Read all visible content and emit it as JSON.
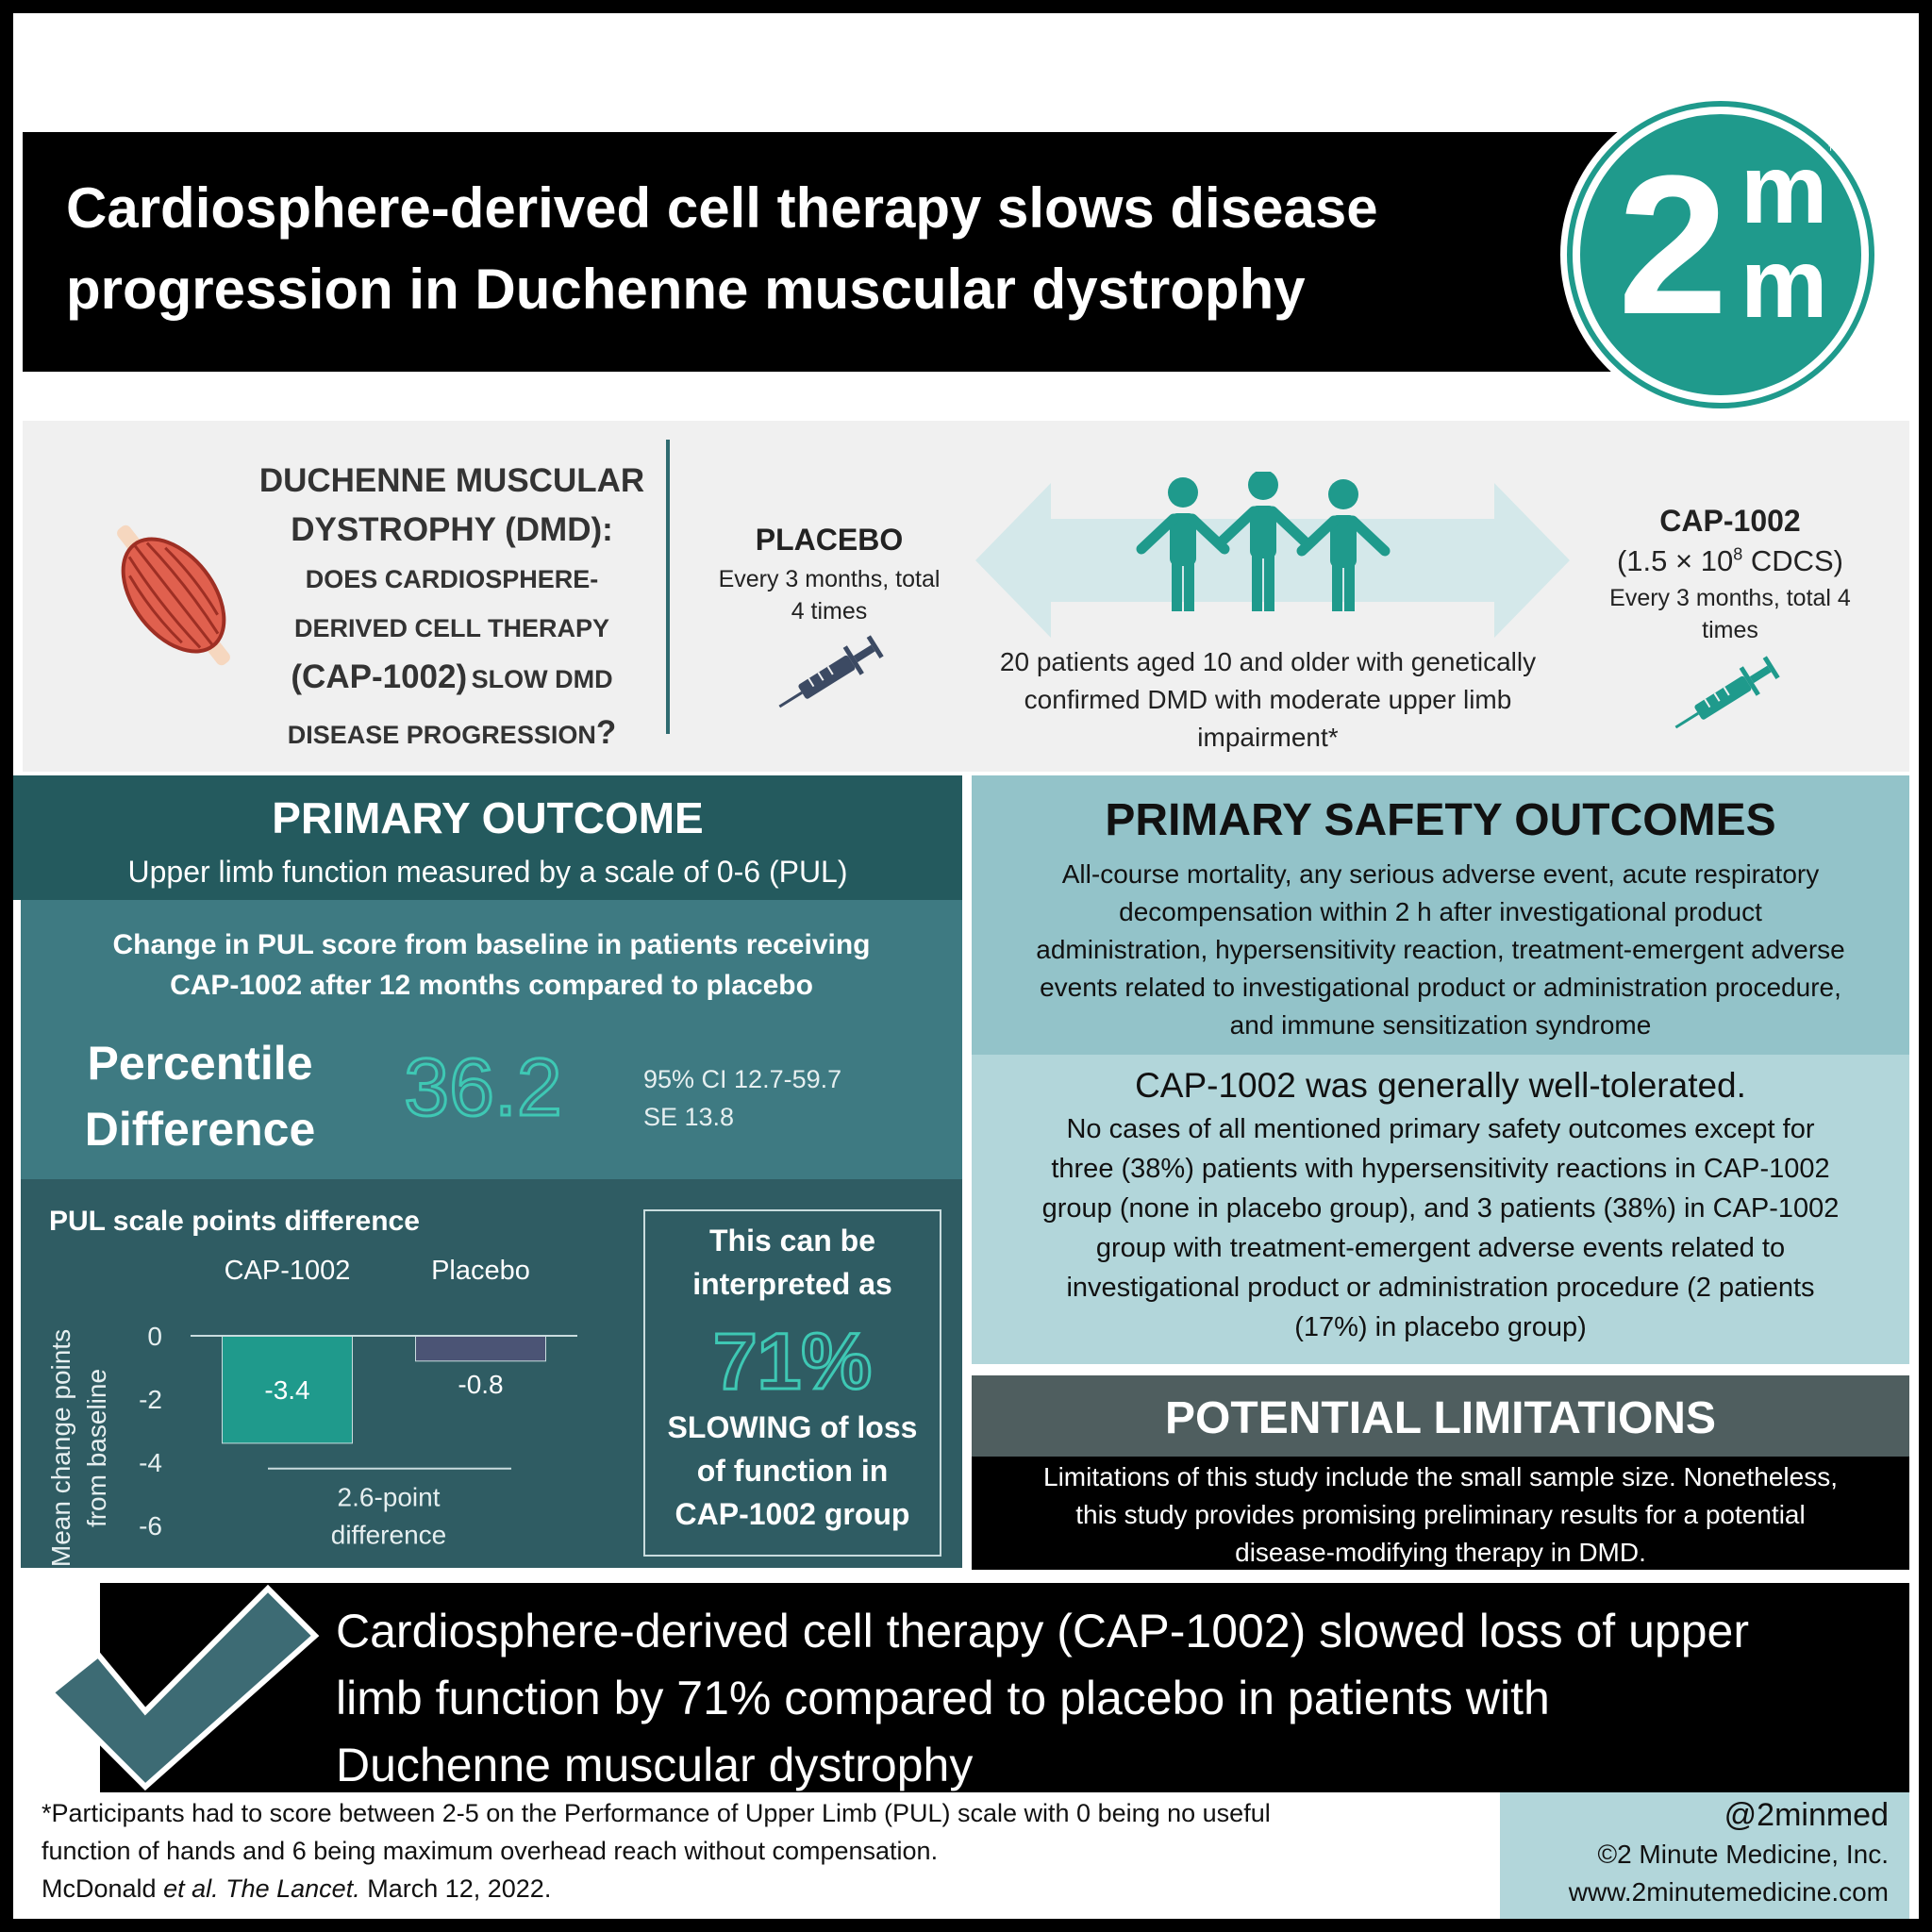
{
  "header": {
    "title_line1": "Cardiosphere-derived cell therapy slows disease",
    "title_line2": "progression in Duchenne muscular dystrophy",
    "logo_main": "2",
    "logo_sup1": "m",
    "logo_sup2": "m",
    "logo_tm": "™"
  },
  "design": {
    "question_line1": "DUCHENNE MUSCULAR",
    "question_line2": "DYSTROPHY (DMD):",
    "question_line3": "DOES CARDIOSPHERE-",
    "question_line4": "DERIVED CELL THERAPY",
    "question_line5a": "(CAP-1002)",
    "question_line5b": "SLOW DMD",
    "question_line6a": "DISEASE PROGRESSION",
    "question_line6b": "?",
    "placebo_title": "PLACEBO",
    "placebo_line1": "Every 3 months, total",
    "placebo_line2": "4 times",
    "patients_line1": "20 patients aged 10 and older with genetically",
    "patients_line2": "confirmed DMD with moderate upper limb",
    "patients_line3": "impairment*",
    "cap_title": "CAP-1002",
    "cap_dose_pre": "(1.5 × 10",
    "cap_dose_exp": "8",
    "cap_dose_post": " CDCS)",
    "cap_line1": "Every 3 months, total 4",
    "cap_line2": "times",
    "icons": [
      "muscle-icon",
      "syringe-icon",
      "people-icon",
      "double-arrow-icon"
    ]
  },
  "primary_outcome": {
    "heading": "PRIMARY OUTCOME",
    "subheading": "Upper limb function measured by a scale of 0-6 (PUL)",
    "change_line1": "Change in PUL score from baseline in patients receiving",
    "change_line2": "CAP-1002 after 12 months compared to placebo",
    "label_line1": "Percentile",
    "label_line2": "Difference",
    "big_value": "36.2",
    "ci": "95% CI  12.7-59.7",
    "se": "SE 13.8",
    "interp_line1": "This can be",
    "interp_line2": "interpreted as",
    "interp_value": "71%",
    "interp_line3": "SLOWING of loss",
    "interp_line4": "of function in",
    "interp_line5": "CAP-1002 group"
  },
  "chart_data": {
    "type": "bar",
    "title": "PUL scale points difference",
    "categories": [
      "CAP-1002",
      "Placebo"
    ],
    "values": [
      -3.4,
      -0.8
    ],
    "data_labels": [
      "-3.4",
      "-0.8"
    ],
    "ylabel_line1": "Mean change points",
    "ylabel_line2": "from baseline",
    "yticks": [
      "0",
      "-2",
      "-4",
      "-6"
    ],
    "ylim": [
      -6,
      0
    ],
    "annotation_line1": "2.6-point",
    "annotation_line2": "difference",
    "colors": [
      "#1f9a8c",
      "#4b5475"
    ]
  },
  "safety": {
    "heading": "PRIMARY SAFETY OUTCOMES",
    "list_line1": "All-course mortality, any serious adverse event, acute respiratory",
    "list_line2": "decompensation within 2 h after investigational product",
    "list_line3": "administration, hypersensitivity reaction, treatment-emergent adverse",
    "list_line4": "events related to investigational product or administration procedure,",
    "list_line5": "and immune sensitization syndrome",
    "tolerated": "CAP-1002 was generally well-tolerated.",
    "detail_line1": "No cases of all mentioned primary safety outcomes except for",
    "detail_line2": "three (38%) patients with hypersensitivity reactions in CAP-1002",
    "detail_line3": "group (none in placebo group), and 3 patients (38%) in CAP-1002",
    "detail_line4": "group with treatment-emergent adverse events related to",
    "detail_line5": "investigational product or administration procedure (2 patients",
    "detail_line6": "(17%) in placebo group)"
  },
  "limitations": {
    "heading": "POTENTIAL LIMITATIONS",
    "line1": "Limitations of this study include the small sample size. Nonetheless,",
    "line2": "this study provides promising preliminary results for a potential",
    "line3": "disease-modifying therapy in DMD."
  },
  "conclusion": {
    "line1": "Cardiosphere-derived cell therapy (CAP-1002) slowed loss of upper",
    "line2": "limb function by 71% compared to placebo in patients with",
    "line3": "Duchenne muscular dystrophy",
    "icon": "checkmark-icon"
  },
  "footer": {
    "note_line1": "*Participants had to score between 2-5 on the Performance of Upper Limb (PUL) scale with 0 being no useful",
    "note_line2": "function of hands and 6 being maximum overhead reach without compensation.",
    "cite_authors": "McDonald ",
    "cite_etal": "et al. The Lancet.",
    "cite_date": " March 12, 2022.",
    "handle": "@2minmed",
    "copyright": "©2 Minute Medicine, Inc.",
    "website": "www.2minutemedicine.com"
  },
  "colors": {
    "teal": "#1f9a8c",
    "dark_teal": "#245a5e",
    "mid_teal": "#3e7a82",
    "light_blue": "#b2d6da",
    "placebo_bar": "#4b5475"
  }
}
